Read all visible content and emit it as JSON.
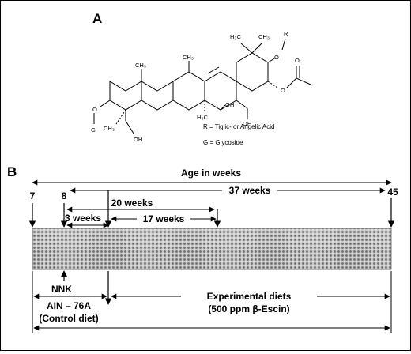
{
  "panel_a": {
    "label": "A",
    "atoms": {
      "H3C_left": "H₃C",
      "CH3_top": "CH₃",
      "O_top": "O",
      "R_top": "R",
      "O_ester": "O",
      "O_carbonyl": "O",
      "OH_c16": "OH",
      "OH_c28": "OH",
      "H3C_c14": "H₃C",
      "CH3_c8": "CH₃",
      "CH3_c10": "CH₃",
      "CH3_c4": "CH₃",
      "O_c3": "O",
      "G": "G",
      "OH_c24": "OH"
    },
    "legend": {
      "r": "R = Tiglic- or Angelic Acid",
      "g": "G = Glycoside"
    }
  },
  "panel_b": {
    "label": "B",
    "age_title": "Age in weeks",
    "week_markers": {
      "w7": "7",
      "w8": "8",
      "w45": "45"
    },
    "durations": {
      "d37": "37 weeks",
      "d20": "20 weeks",
      "d3": "3 weeks",
      "d17": "17 weeks"
    },
    "nnk": "NNK",
    "control_diet": {
      "line1": "AIN – 76A",
      "line2": "(Control diet)"
    },
    "experimental_diet": {
      "line1": "Experimental diets",
      "line2": "(500 ppm β-Escin)"
    }
  }
}
